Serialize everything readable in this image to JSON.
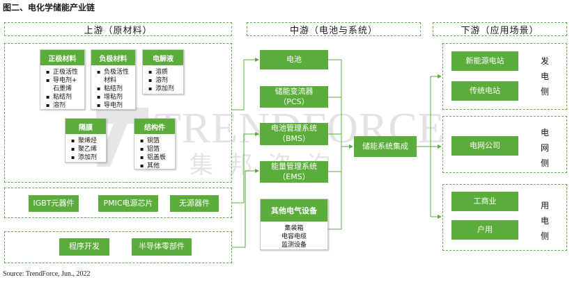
{
  "title": "图二、电化学储能产业链",
  "headers": {
    "upstream": "上游（原材料）",
    "midstream": "中游（电池与系统）",
    "downstream": "下游（应用场景）"
  },
  "upstream": {
    "cathode": {
      "title": "正极材料",
      "items": [
        "正极活性",
        "导电剂+\n石墨烯",
        "粘结剂",
        "溶剂"
      ]
    },
    "anode": {
      "title": "负极材料",
      "items": [
        "负极活性\n材料",
        "粘结剂",
        "增粘剂",
        "导电剂"
      ]
    },
    "electrolyte": {
      "title": "电解液",
      "items": [
        "溶质",
        "溶剂",
        "添加剂"
      ]
    },
    "separator": {
      "title": "隔膜",
      "items": [
        "聚烯烃",
        "聚乙烯",
        "添加剂"
      ]
    },
    "structural": {
      "title": "结构件",
      "items": [
        "铜箔",
        "铝箔",
        "铝盖板",
        "其他"
      ]
    },
    "row2": [
      "IGBT元器件",
      "PMIC电源芯片",
      "无源器件"
    ],
    "row3": [
      "程序开发",
      "半导体零部件"
    ]
  },
  "midstream": {
    "battery": "电池",
    "pcs": [
      "储能变流器",
      "（PCS）"
    ],
    "bms": [
      "电池管理系统",
      "（BMS）"
    ],
    "ems": [
      "能量管理系统",
      "（EMS）"
    ],
    "other": {
      "title": "其他电气设备",
      "items": [
        "集装箱",
        "电容电缆",
        "监测设备"
      ]
    },
    "integration": "储能系统集成"
  },
  "downstream": {
    "groups": [
      {
        "items": [
          "新能源电站",
          "传统电站"
        ],
        "side": [
          "发",
          "电",
          "侧"
        ]
      },
      {
        "items": [
          "电网公司"
        ],
        "side": [
          "电",
          "网",
          "侧"
        ]
      },
      {
        "items": [
          "工商业",
          "户用"
        ],
        "side": [
          "用",
          "电",
          "侧"
        ]
      }
    ]
  },
  "watermark": {
    "en": "TRENDFORCE",
    "zh": "集邦咨询"
  },
  "source": "Source: TrendForce, Jun., 2022",
  "colors": {
    "accent_green": "#5aad3a",
    "dashed_border": "#6aa84f"
  }
}
